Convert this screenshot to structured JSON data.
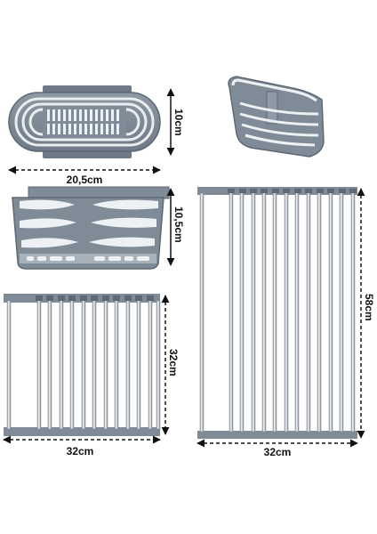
{
  "dimensions": {
    "caddy_width": "20,5cm",
    "caddy_depth": "10cm",
    "caddy_height": "10,5cm",
    "small_rack_width": "32cm",
    "small_rack_height": "32cm",
    "large_rack_width": "32cm",
    "large_rack_height": "58cm"
  },
  "colors": {
    "plastic_grey": "#7f8c98",
    "plastic_dark": "#5d6874",
    "steel_light": "#e4e7ea",
    "steel_dark": "#8e959c",
    "arrow": "#111111"
  },
  "products": {
    "small_rack_bars": 11,
    "large_rack_bars": 12
  }
}
